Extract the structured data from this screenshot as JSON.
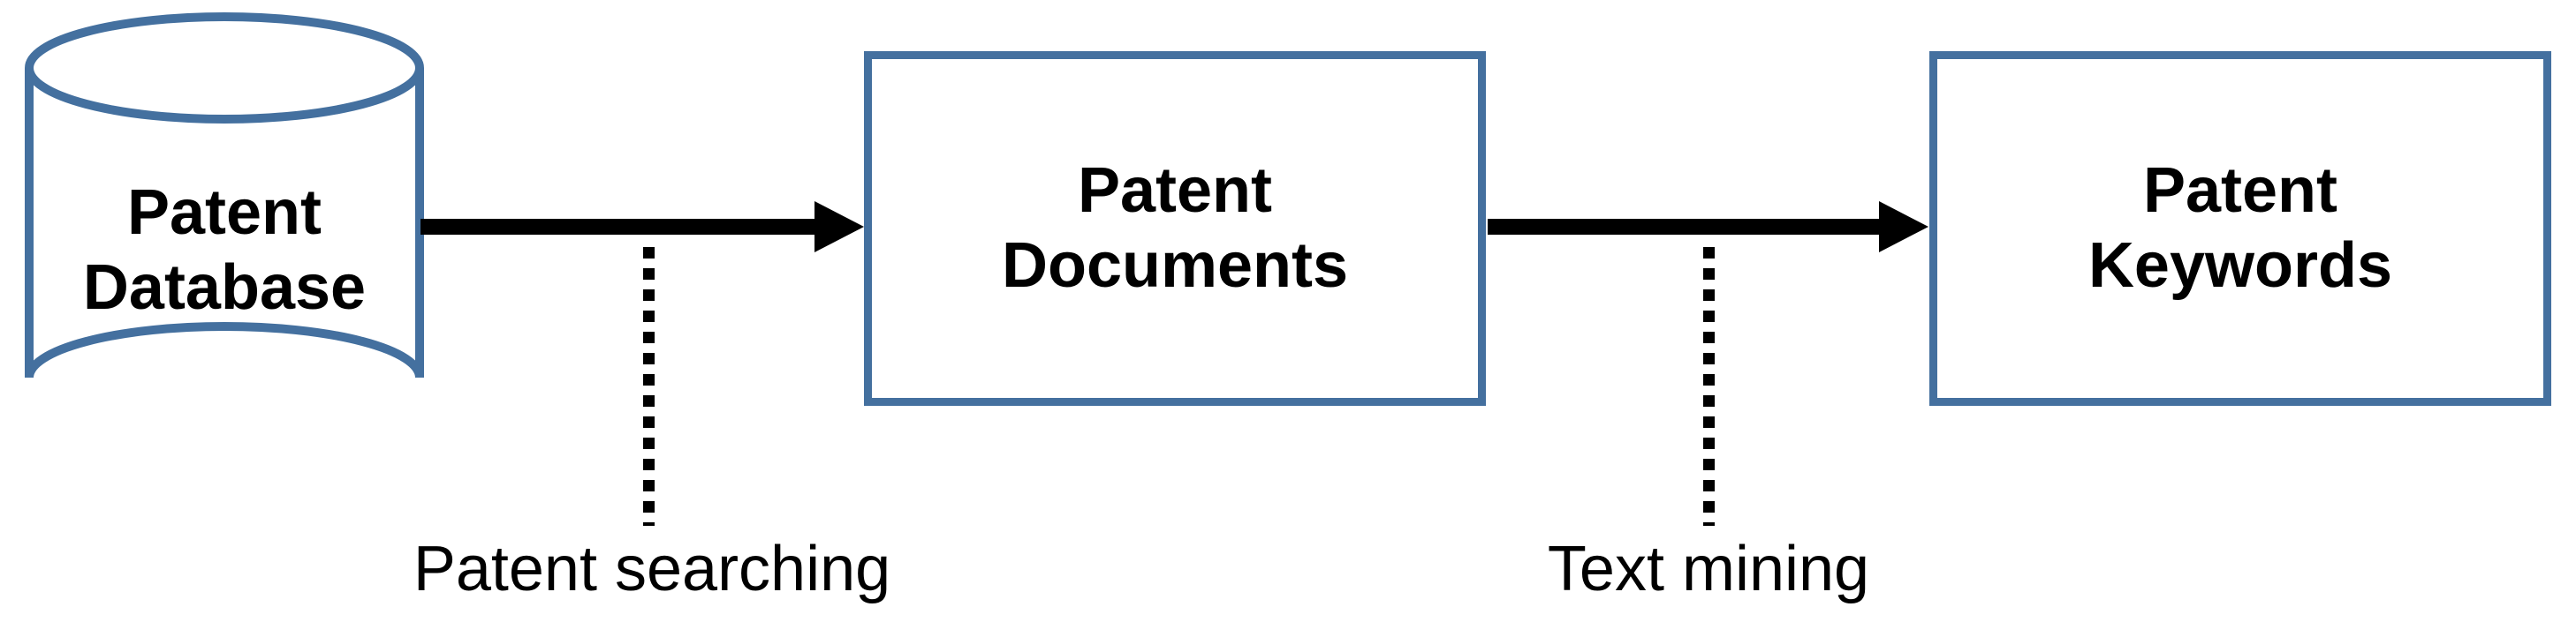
{
  "diagram": {
    "background_color": "#ffffff",
    "shape_border_color": "#44709f",
    "arrow_color": "#000000",
    "text_color": "#000000",
    "nodes": [
      {
        "id": "patent-database",
        "shape": "cylinder",
        "label_line1": "Patent",
        "label_line2": "Database"
      },
      {
        "id": "patent-documents",
        "shape": "rectangle",
        "label_line1": "Patent",
        "label_line2": "Documents"
      },
      {
        "id": "patent-keywords",
        "shape": "rectangle",
        "label_line1": "Patent",
        "label_line2": "Keywords"
      }
    ],
    "edges": [
      {
        "id": "patent-searching",
        "label": "Patent searching",
        "from": "patent-database",
        "to": "patent-documents",
        "line": "solid-arrow",
        "callout": "dotted-vertical"
      },
      {
        "id": "text-mining",
        "label": "Text mining",
        "from": "patent-documents",
        "to": "patent-keywords",
        "line": "solid-arrow",
        "callout": "dotted-vertical"
      }
    ]
  }
}
